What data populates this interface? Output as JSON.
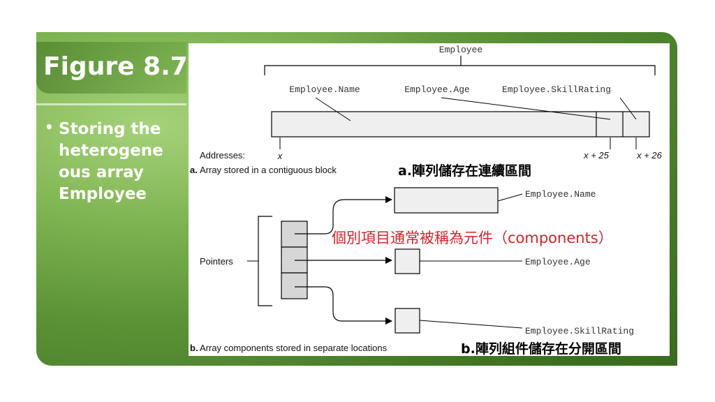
{
  "slide": {
    "title": "Figure 8.7",
    "bullet": "Storing the heterogeneous array Employee",
    "bullet_lines": [
      "Storing the",
      "heterogene",
      "ous array",
      "Employee"
    ],
    "colors": {
      "green_dark": "#3f7424",
      "green_light": "#a6d27a",
      "red_note": "#d9222a"
    }
  },
  "diagram": {
    "part_a": {
      "top_label": "Employee",
      "field_labels": [
        "Employee.Name",
        "Employee.Age",
        "Employee.SkillRating"
      ],
      "addresses_label": "Addresses:",
      "addr_x": "x",
      "addr_x25": "x + 25",
      "addr_x26": "x + 26",
      "caption_letter": "a.",
      "caption": "Array stored in a contiguous block",
      "caption_cn": "a.陣列儲存在連續區間"
    },
    "part_b": {
      "field_labels": [
        "Employee.Name",
        "Employee.Age",
        "Employee.SkillRating"
      ],
      "pointers_label": "Pointers",
      "note_cn": "個別項目通常被稱為元件（components）",
      "caption_letter": "b.",
      "caption": "Array components stored in separate locations",
      "caption_cn": "b.陣列組件儲存在分開區間"
    }
  }
}
